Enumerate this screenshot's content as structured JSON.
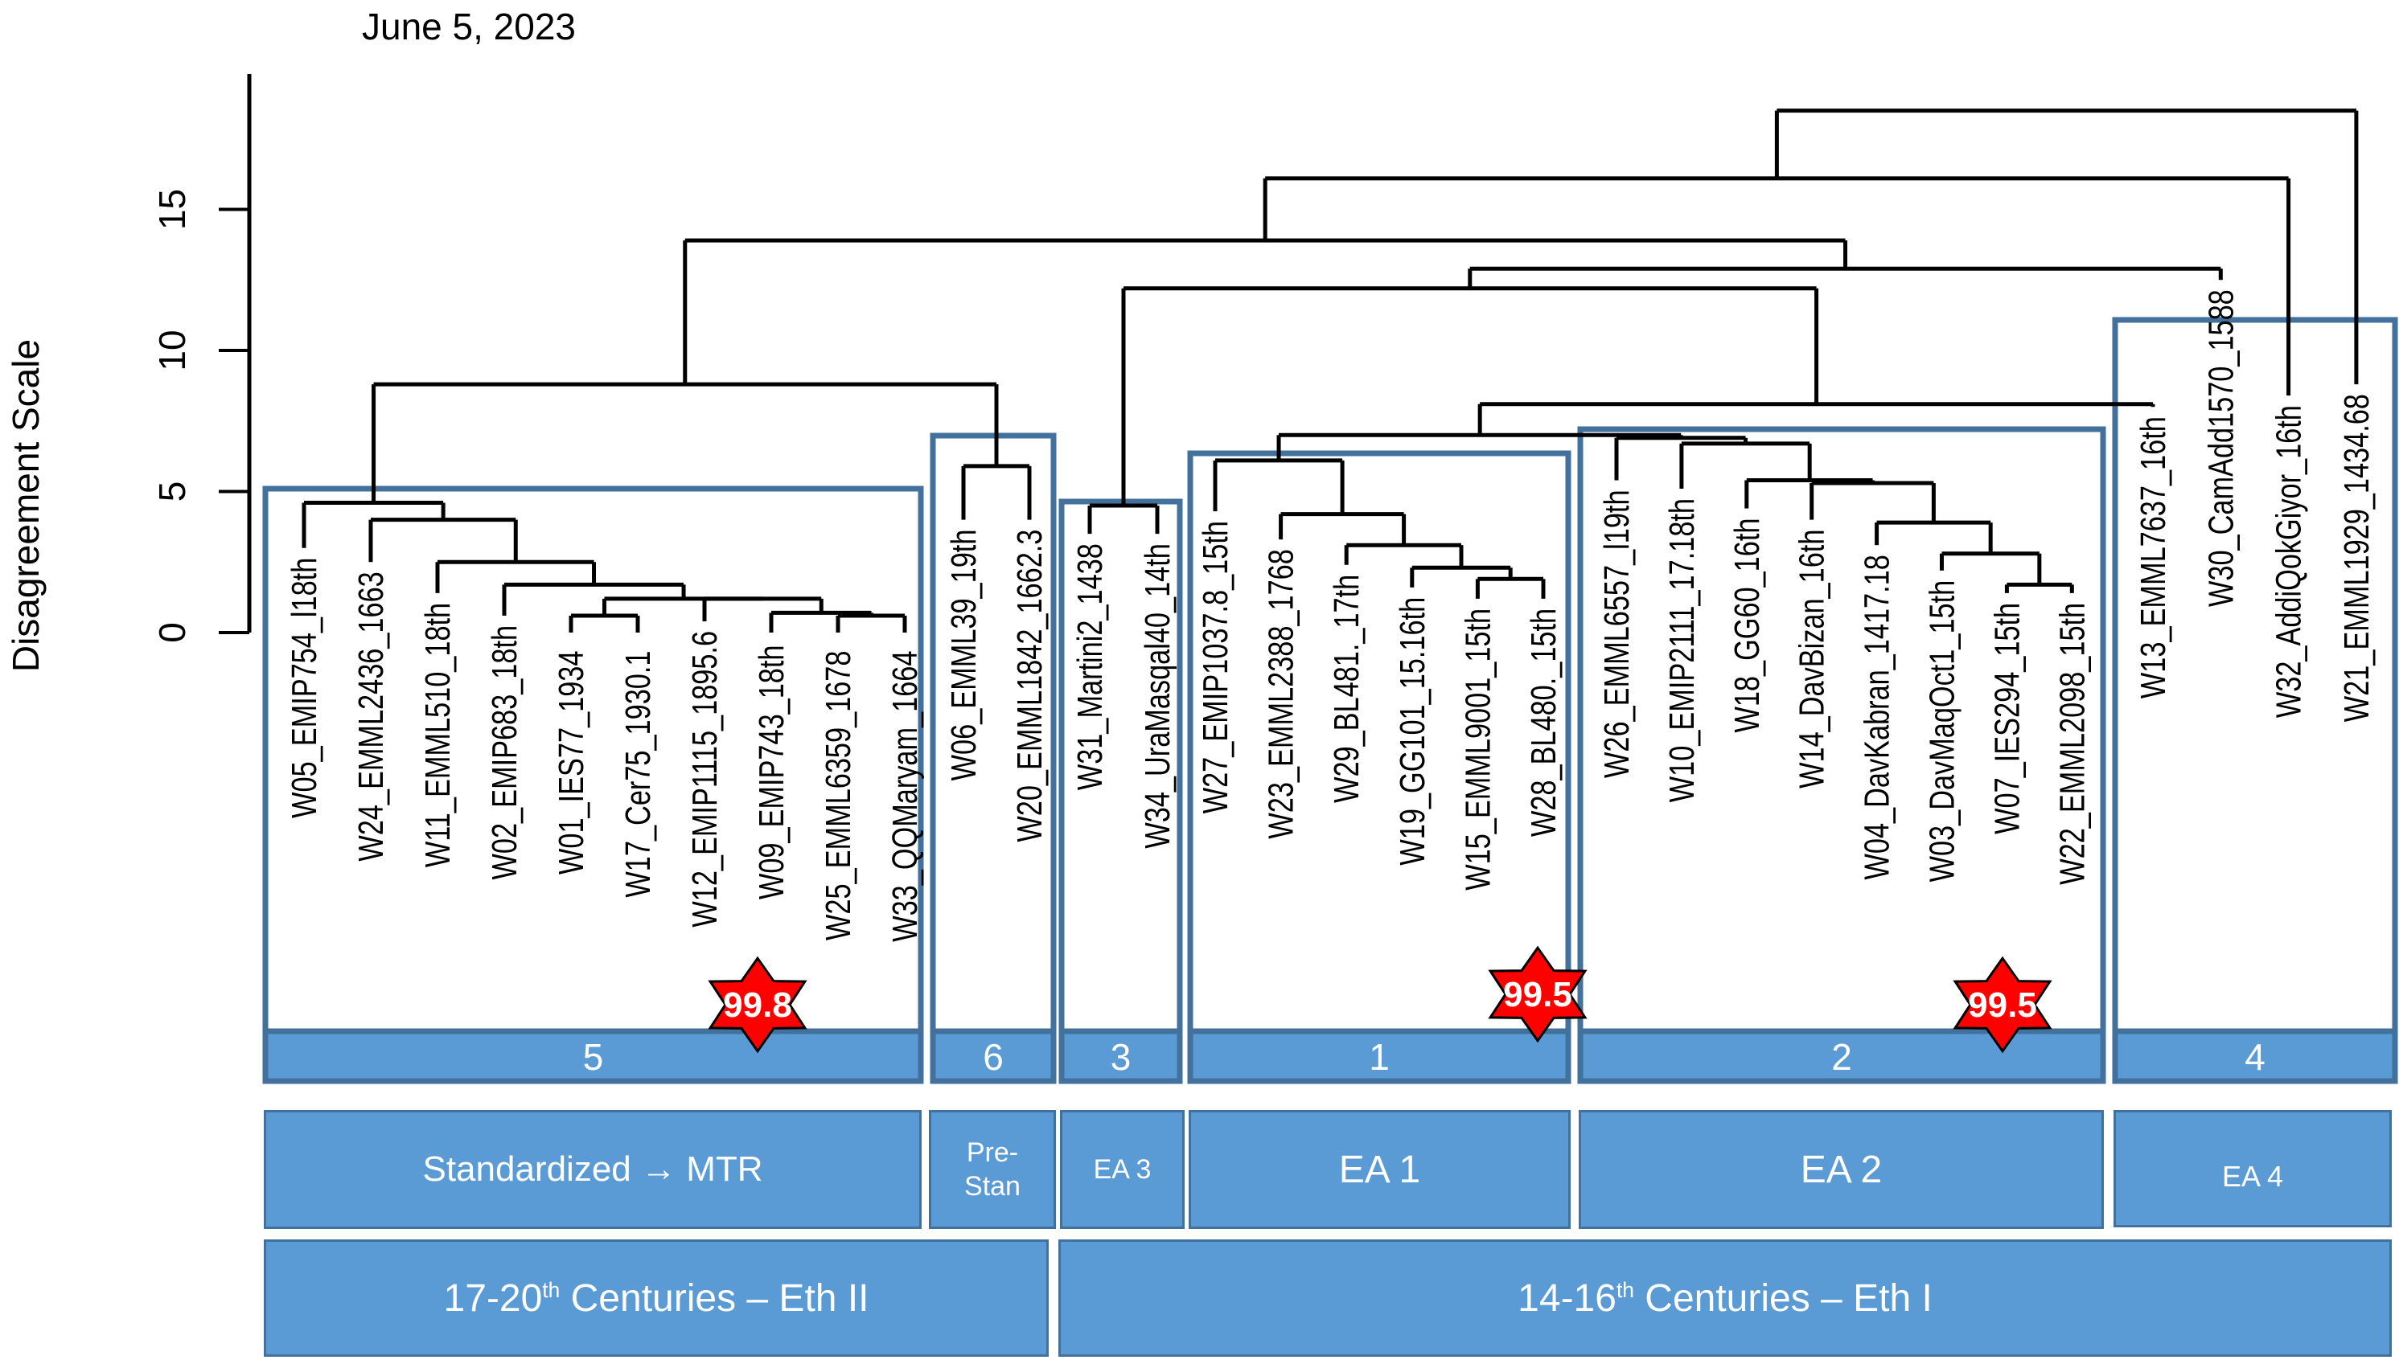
{
  "date_label": "June 5, 2023",
  "chart_data": {
    "type": "dendrogram",
    "ylabel": "Disagreement Scale",
    "ylim": [
      0,
      19.8
    ],
    "yticks": [
      0,
      5,
      10,
      15
    ],
    "clusters": [
      {
        "id": "5",
        "label": "5",
        "leaves": [
          "W05_EMIP754_l18th",
          "W24_EMML2436_1663",
          "W11_EMML510_18th",
          "W02_EMIP683_18th",
          "W01_IES77_1934",
          "W17_Cer75_1930.1",
          "W12_EMIP1115_1895.6",
          "W09_EMIP743_18th",
          "W25_EMML6359_1678",
          "W33_QQMaryam_1664"
        ],
        "badge": "99.8"
      },
      {
        "id": "6",
        "label": "6",
        "leaves": [
          "W06_EMML39_19th",
          "W20_EMML1842_1662.3"
        ]
      },
      {
        "id": "3",
        "label": "3",
        "leaves": [
          "W31_Martini2_1438",
          "W34_UraMasqal40_14th"
        ]
      },
      {
        "id": "1",
        "label": "1",
        "leaves": [
          "W27_EMIP1037.8_15th",
          "W23_EMML2388_1768",
          "W29_BL481._17th",
          "W19_GG101_15.16th",
          "W15_EMML9001_15th",
          "W28_BL480._15th"
        ],
        "badge": "99.5"
      },
      {
        "id": "2",
        "label": "2",
        "leaves": [
          "W26_EMML6557_l19th",
          "W10_EMIP2111_17.18th",
          "W18_GG60_16th",
          "W14_DavBizan_16th",
          "W04_DavKabran_1417.18",
          "W03_DavMaqOct1_15th",
          "W07_IES294_15th",
          "W22_EMML2098_15th"
        ],
        "badge": "99.5"
      },
      {
        "id": "4",
        "label": "4",
        "leaves": [
          "W13_EMML7637_16th",
          "W30_CamAdd1570_1588",
          "W32_AddiQokGiyor_16th",
          "W21_EMML1929_1434.68"
        ]
      }
    ],
    "leaf_heights": {
      "W05_EMIP754_l18th": 3.0,
      "W24_EMML2436_1663": 2.5,
      "W11_EMML510_18th": 1.4,
      "W02_EMIP683_18th": 0.6,
      "W01_IES77_1934": -0.3,
      "W17_Cer75_1930.1": -0.3,
      "W12_EMIP1115_1895.6": 0.4,
      "W09_EMIP743_18th": -0.1,
      "W25_EMML6359_1678": -0.3,
      "W33_QQMaryam_1664": -0.3,
      "W06_EMML39_19th": 4.0,
      "W20_EMML1842_1662.3": 4.0,
      "W31_Martini2_1438": 3.5,
      "W34_UraMasqal40_14th": 3.5,
      "W27_EMIP1037.8_15th": 4.3,
      "W23_EMML2388_1768": 3.3,
      "W29_BL481._17th": 2.4,
      "W19_GG101_15.16th": 1.6,
      "W15_EMML9001_15th": 1.2,
      "W28_BL480._15th": 1.2,
      "W26_EMML6557_l19th": 5.4,
      "W10_EMIP2111_17.18th": 5.1,
      "W18_GG60_16th": 4.4,
      "W14_DavBizan_16th": 4.0,
      "W04_DavKabran_1417.18": 3.1,
      "W03_DavMaqOct1_15th": 2.2,
      "W07_IES294_15th": 1.4,
      "W22_EMML2098_15th": 1.4,
      "W13_EMML7637_16th": 8.0,
      "W30_CamAdd1570_1588": 12.5,
      "W32_AddiQokGiyor_16th": 8.4,
      "W21_EMML1929_1434.68": 8.8
    },
    "merges": [
      {
        "a": "W25_EMML6359_1678",
        "b": "W33_QQMaryam_1664",
        "h": 0.6
      },
      {
        "a": "W09_EMIP743_18th",
        "b": "m0",
        "h": 0.7
      },
      {
        "a": "W12_EMIP1115_1895.6",
        "b": "m1",
        "h": 1.2
      },
      {
        "a": "W01_IES77_1934",
        "b": "W17_Cer75_1930.1",
        "h": 0.6
      },
      {
        "a": "m3",
        "b": "m2",
        "h": 1.2
      },
      {
        "a": "W02_EMIP683_18th",
        "b": "m4",
        "h": 1.7
      },
      {
        "a": "W11_EMML510_18th",
        "b": "m5",
        "h": 2.5
      },
      {
        "a": "W24_EMML2436_1663",
        "b": "m6",
        "h": 4.0
      },
      {
        "a": "W05_EMIP754_l18th",
        "b": "m7",
        "h": 4.6
      },
      {
        "a": "W06_EMML39_19th",
        "b": "W20_EMML1842_1662.3",
        "h": 5.9
      },
      {
        "a": "m8",
        "b": "m9",
        "h": 8.8
      },
      {
        "a": "W31_Martini2_1438",
        "b": "W34_UraMasqal40_14th",
        "h": 4.5
      },
      {
        "a": "W15_EMML9001_15th",
        "b": "W28_BL480._15th",
        "h": 1.9
      },
      {
        "a": "W19_GG101_15.16th",
        "b": "m12",
        "h": 2.3
      },
      {
        "a": "W29_BL481._17th",
        "b": "m13",
        "h": 3.1
      },
      {
        "a": "W23_EMML2388_1768",
        "b": "m14",
        "h": 4.2
      },
      {
        "a": "W27_EMIP1037.8_15th",
        "b": "m15",
        "h": 6.1
      },
      {
        "a": "W07_IES294_15th",
        "b": "W22_EMML2098_15th",
        "h": 1.7
      },
      {
        "a": "W03_DavMaqOct1_15th",
        "b": "m17",
        "h": 2.8
      },
      {
        "a": "W04_DavKabran_1417.18",
        "b": "m18",
        "h": 3.9
      },
      {
        "a": "W14_DavBizan_16th",
        "b": "m19",
        "h": 5.3
      },
      {
        "a": "W18_GG60_16th",
        "b": "m20",
        "h": 5.4
      },
      {
        "a": "W10_EMIP2111_17.18th",
        "b": "m21",
        "h": 6.7
      },
      {
        "a": "W26_EMML6557_l19th",
        "b": "m22",
        "h": 6.9
      },
      {
        "a": "m16",
        "b": "m23",
        "h": 7.0
      },
      {
        "a": "m24",
        "b": "W13_EMML7637_16th",
        "h": 8.1
      },
      {
        "a": "m11",
        "b": "m25",
        "h": 12.2
      },
      {
        "a": "m26",
        "b": "W30_CamAdd1570_1588",
        "h": 12.9
      },
      {
        "a": "m10",
        "b": "m27",
        "h": 13.9
      },
      {
        "a": "m28",
        "b": "W32_AddiQokGiyor_16th",
        "h": 16.1
      },
      {
        "a": "m29",
        "b": "W21_EMML1929_1434.68",
        "h": 18.5
      }
    ],
    "badges": [
      {
        "cluster": "5",
        "value": "99.8"
      },
      {
        "cluster": "1",
        "value": "99.5"
      },
      {
        "cluster": "2",
        "value": "99.5"
      }
    ],
    "colors": {
      "box_border": "#41719c",
      "band_fill": "#5b9bd5",
      "badge_fill": "#ff0000",
      "line": "#000000"
    }
  },
  "bands": {
    "groups": [
      {
        "id": "g5",
        "label": "Standardized → MTR"
      },
      {
        "id": "g6",
        "label_line1": "Pre-",
        "label_line2": "Stan"
      },
      {
        "id": "g3",
        "label": "EA 3"
      },
      {
        "id": "g1",
        "label": "EA 1"
      },
      {
        "id": "g2",
        "label": "EA 2"
      },
      {
        "id": "g4",
        "label": "EA 4"
      }
    ],
    "eras": [
      {
        "id": "eth2",
        "prefix": "17-20",
        "sup": "th",
        "suffix": " Centuries – Eth II"
      },
      {
        "id": "eth1",
        "prefix": "14-16",
        "sup": "th",
        "suffix": " Centuries – Eth I"
      }
    ]
  }
}
